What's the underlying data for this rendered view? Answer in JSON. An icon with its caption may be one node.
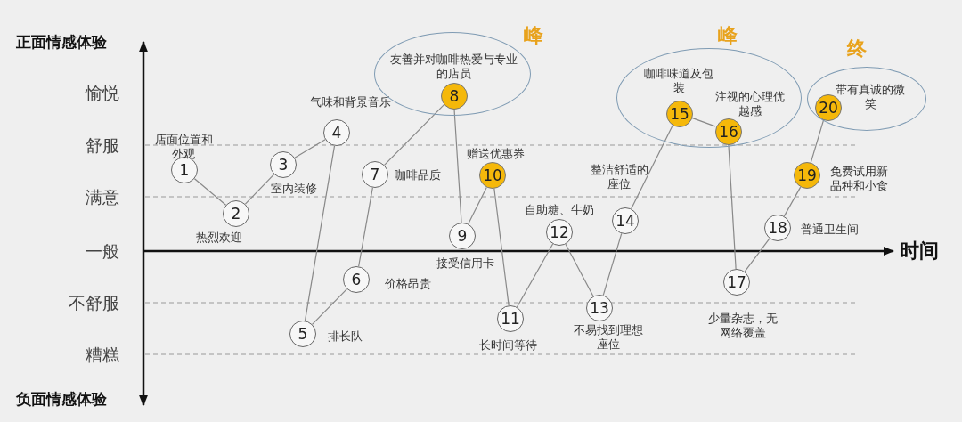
{
  "diagram": {
    "nodes": [
      {
        "text": [
          "1"
        ],
        "beside": [
          "店面位置和外观"
        ]
      },
      {
        "text": [
          "2"
        ],
        "beside": [
          "热烈欢迎"
        ]
      },
      {
        "text": [
          "3"
        ],
        "beside": [
          "室内装修"
        ]
      },
      {
        "text": [
          "4"
        ],
        "beside": [
          "气味和背景音乐"
        ]
      },
      {
        "text": [
          "5"
        ],
        "beside": [
          "排长队"
        ]
      },
      {
        "text": [
          "6"
        ],
        "beside": [
          "价格昂贵"
        ]
      },
      {
        "text": [
          "7"
        ],
        "beside": [
          "咖啡品质"
        ]
      },
      {
        "text": [
          "友善并对咖啡热爱与专业的店员"
        ]
      },
      {
        "text": [
          "8"
        ],
        "in": 7
      },
      {
        "text": [
          "9"
        ],
        "beside": [
          "接受信用卡"
        ]
      },
      {
        "text": [
          "10"
        ],
        "beside": [
          "赠送优惠券"
        ]
      },
      {
        "text": [
          "11"
        ],
        "beside": [
          "长时间等待"
        ]
      },
      {
        "text": [
          "12"
        ],
        "beside": [
          "自助糖、牛奶"
        ]
      },
      {
        "text": [
          "13"
        ],
        "beside": [
          "不易找到理想座位"
        ]
      },
      {
        "text": [
          "14"
        ],
        "beside": [
          "整洁舒适的座位"
        ]
      },
      {
        "text": [
          "咖啡味道及包装",
          "注视的心理优越感"
        ]
      },
      {
        "text": [
          "15"
        ],
        "in": 15
      },
      {
        "text": [
          "16"
        ],
        "in": 15
      },
      {
        "text": [
          "17"
        ],
        "beside": [
          "少量杂志，无网络覆盖"
        ]
      },
      {
        "text": [
          "18"
        ],
        "beside": [
          "普通卫生间"
        ]
      },
      {
        "text": [
          "19"
        ],
        "beside": [
          "免费试用新品种和小食"
        ]
      },
      {
        "text": [
          "带有真诚的微笑"
        ]
      },
      {
        "text": [
          "20"
        ],
        "in": 21
      }
    ],
    "edges": [
      {
        "from": 0,
        "to": 1,
        "arrow": "none"
      },
      {
        "from": 1,
        "to": 2,
        "arrow": "none"
      },
      {
        "from": 2,
        "to": 3,
        "arrow": "none"
      },
      {
        "from": 3,
        "to": 4,
        "arrow": "none"
      },
      {
        "from": 4,
        "to": 5,
        "arrow": "none"
      },
      {
        "from": 5,
        "to": 6,
        "arrow": "none"
      },
      {
        "from": 6,
        "to": 8,
        "arrow": "none"
      },
      {
        "from": 8,
        "to": 9,
        "arrow": "none"
      },
      {
        "from": 9,
        "to": 10,
        "arrow": "none"
      },
      {
        "from": 10,
        "to": 11,
        "arrow": "none"
      },
      {
        "from": 11,
        "to": 12,
        "arrow": "none"
      },
      {
        "from": 12,
        "to": 13,
        "arrow": "none"
      },
      {
        "from": 13,
        "to": 14,
        "arrow": "none"
      },
      {
        "from": 14,
        "to": 16,
        "arrow": "none"
      },
      {
        "from": 16,
        "to": 17,
        "arrow": "none"
      },
      {
        "from": 17,
        "to": 18,
        "arrow": "none"
      },
      {
        "from": 18,
        "to": 19,
        "arrow": "none"
      },
      {
        "from": 19,
        "to": 20,
        "arrow": "none"
      },
      {
        "from": 20,
        "to": 22,
        "arrow": "none"
      }
    ],
    "labels": [
      "正面情感体验",
      "峰",
      "峰",
      "终",
      "愉悦",
      "舒服",
      "满意",
      "一般",
      "时间",
      "不舒服",
      "糟糕",
      "负面情感体验"
    ]
  }
}
